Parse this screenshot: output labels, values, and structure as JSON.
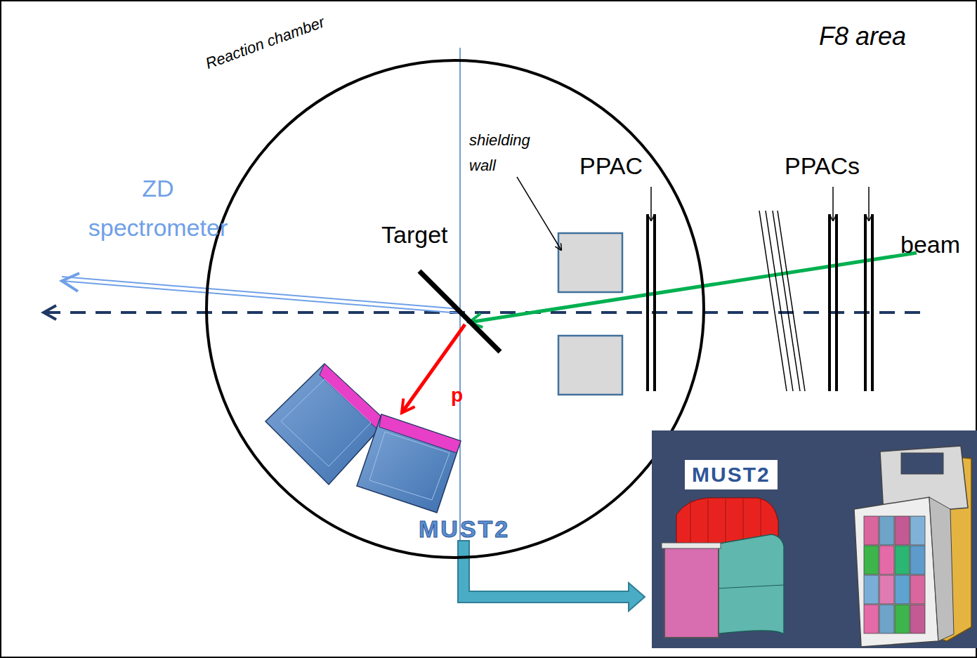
{
  "diagram": {
    "nodes": [
      {
        "text": [
          "Reaction chamber"
        ]
      },
      {
        "text": [
          "MUST2"
        ]
      }
    ],
    "labels": [
      "F8 area",
      "ZD spectrometer",
      "Target",
      "shielding wall",
      "PPAC",
      "PPACs",
      "beam",
      "p",
      "MUST2"
    ]
  }
}
